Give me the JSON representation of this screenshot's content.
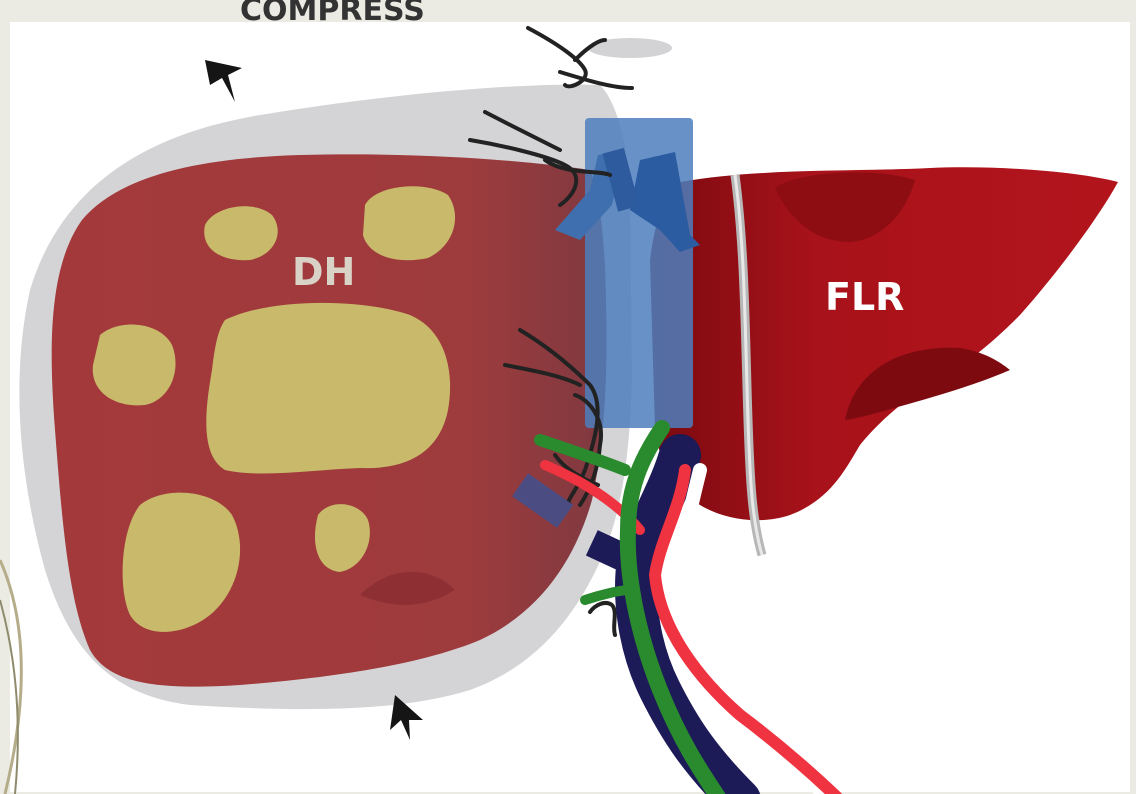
{
  "header": {
    "cropped_text": "COMPRESS"
  },
  "diagram": {
    "labels": {
      "diseased_hemiliver": "DH",
      "future_liver_remnant": "FLR"
    },
    "colors": {
      "background": "#ecebe3",
      "panel": "#ffffff",
      "bag": "#cfcfd1",
      "diseased_liver": "#a03b3c",
      "lesion": "#c9ba6b",
      "flr": "#a50f15",
      "clamp": "#4d7fbd",
      "portal_vein": "#1c1a57",
      "hepatic_artery": "#ef3340",
      "bile_duct": "#2a8a2e",
      "ligature": "#222222"
    },
    "icons": [
      "arrowhead-icon",
      "arrowhead-icon"
    ]
  }
}
